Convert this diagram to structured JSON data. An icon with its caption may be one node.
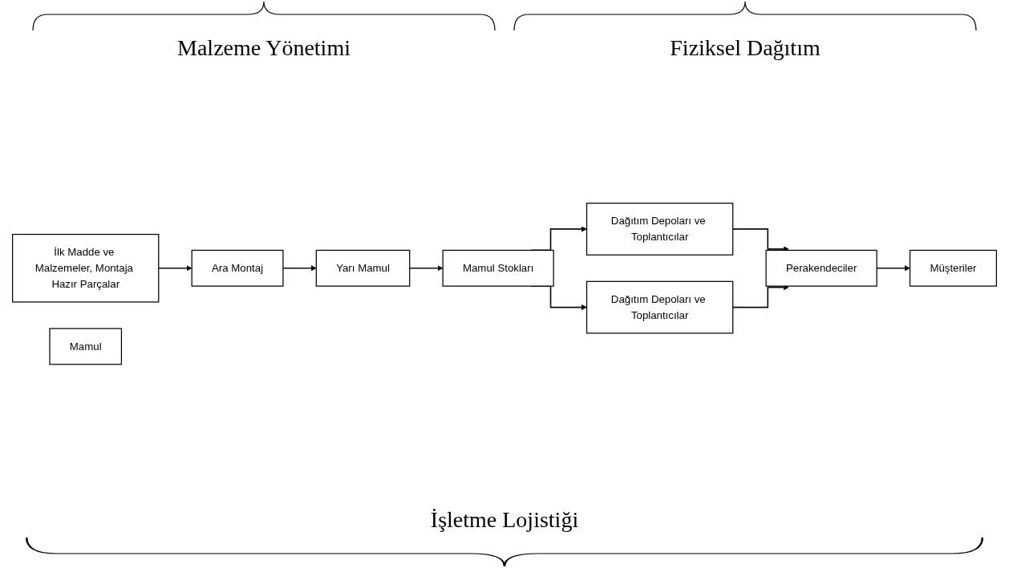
{
  "diagram": {
    "nodes": [
      {
        "text": [
          "İlk Madde ve Malzemeler, Montaja Hazır Parçalar"
        ]
      },
      {
        "text": [
          "Ara Montaj"
        ]
      },
      {
        "text": [
          "Yarı Mamul"
        ]
      },
      {
        "text": [
          "Mamul"
        ]
      },
      {
        "text": [
          "Mamul Stokları"
        ]
      },
      {
        "text": [
          "Dağıtım Depoları ve Toplantıcılar"
        ]
      },
      {
        "text": [
          "Perakendeciler"
        ]
      },
      {
        "text": [
          "Dağıtım Depoları ve Toplantıcılar"
        ]
      },
      {
        "text": [
          "Müşteriler"
        ]
      }
    ],
    "edges": [
      {
        "from": 0,
        "to": 1,
        "arrow": "to"
      },
      {
        "from": 1,
        "to": 2,
        "arrow": "to"
      },
      {
        "from": 2,
        "to": 4,
        "arrow": "to"
      },
      {
        "from": 4,
        "to": 5,
        "arrow": "to"
      },
      {
        "from": 4,
        "to": 7,
        "arrow": "to"
      },
      {
        "from": 5,
        "to": 6,
        "arrow": "to"
      },
      {
        "from": 7,
        "to": 6,
        "arrow": "to"
      },
      {
        "from": 6,
        "to": 8,
        "arrow": "to"
      }
    ],
    "labels": [
      "Malzeme Yönetimi",
      "Fiziksel Dağıtım",
      "İşletme Lojistiği"
    ]
  }
}
